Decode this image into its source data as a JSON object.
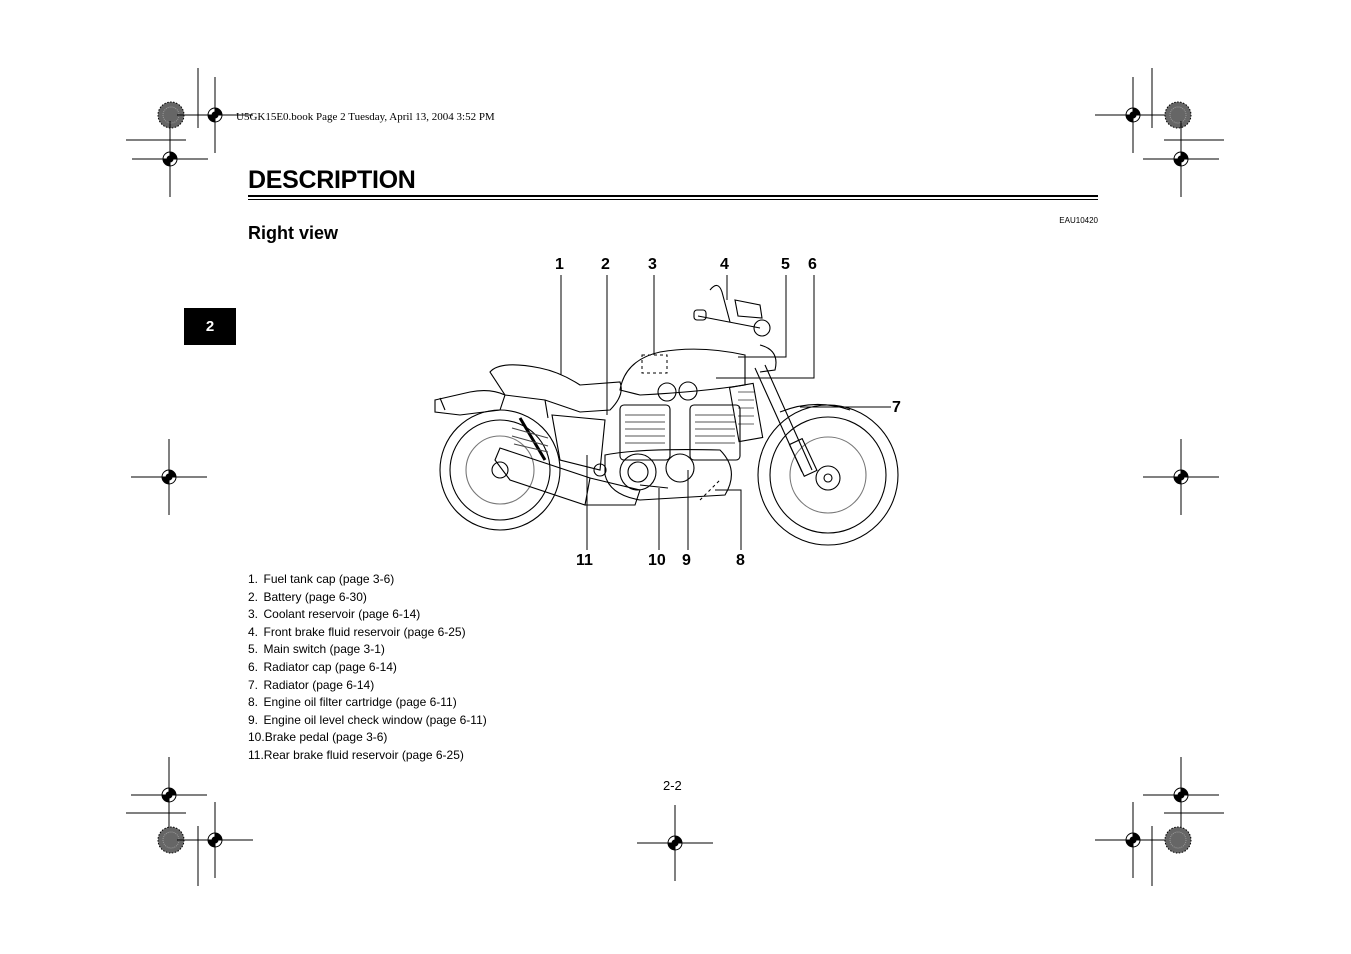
{
  "book_header": "U5GK15E0.book  Page 2  Tuesday, April 13, 2004  3:52 PM",
  "section_title": "DESCRIPTION",
  "doc_code": "EAU10420",
  "subtitle": "Right view",
  "chapter_tab": "2",
  "callouts": [
    "1",
    "2",
    "3",
    "4",
    "5",
    "6",
    "7",
    "8",
    "9",
    "10",
    "11"
  ],
  "legend": [
    {
      "num": "1.",
      "text": "Fuel tank cap (page 3-6)"
    },
    {
      "num": "2.",
      "text": "Battery (page 6-30)"
    },
    {
      "num": "3.",
      "text": "Coolant reservoir (page 6-14)"
    },
    {
      "num": "4.",
      "text": "Front brake fluid reservoir (page 6-25)"
    },
    {
      "num": "5.",
      "text": "Main switch (page 3-1)"
    },
    {
      "num": "6.",
      "text": "Radiator cap (page 6-14)"
    },
    {
      "num": "7.",
      "text": "Radiator (page 6-14)"
    },
    {
      "num": "8.",
      "text": "Engine oil filter cartridge (page 6-11)"
    },
    {
      "num": "9.",
      "text": "Engine oil level check window (page 6-11)"
    },
    {
      "num": "10.",
      "text": "Brake pedal (page 3-6)"
    },
    {
      "num": "11.",
      "text": "Rear brake fluid reservoir (page 6-25)"
    }
  ],
  "page_number": "2-2"
}
